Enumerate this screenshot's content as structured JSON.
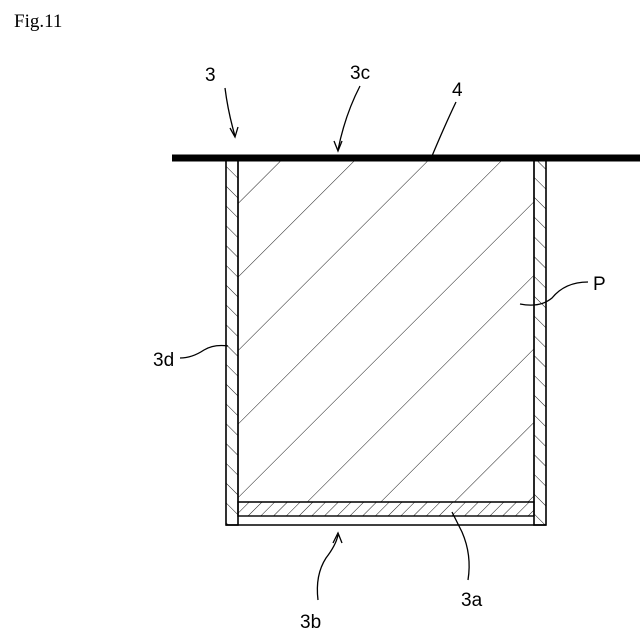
{
  "figure_label": "Fig.11",
  "labels": {
    "container": "3",
    "bottom_layer": "3a",
    "bottom_side": "3b",
    "top_opening": "3c",
    "side_wall": "3d",
    "lid": "4",
    "product": "P"
  },
  "colors": {
    "ink": "#000000",
    "background": "#ffffff"
  }
}
